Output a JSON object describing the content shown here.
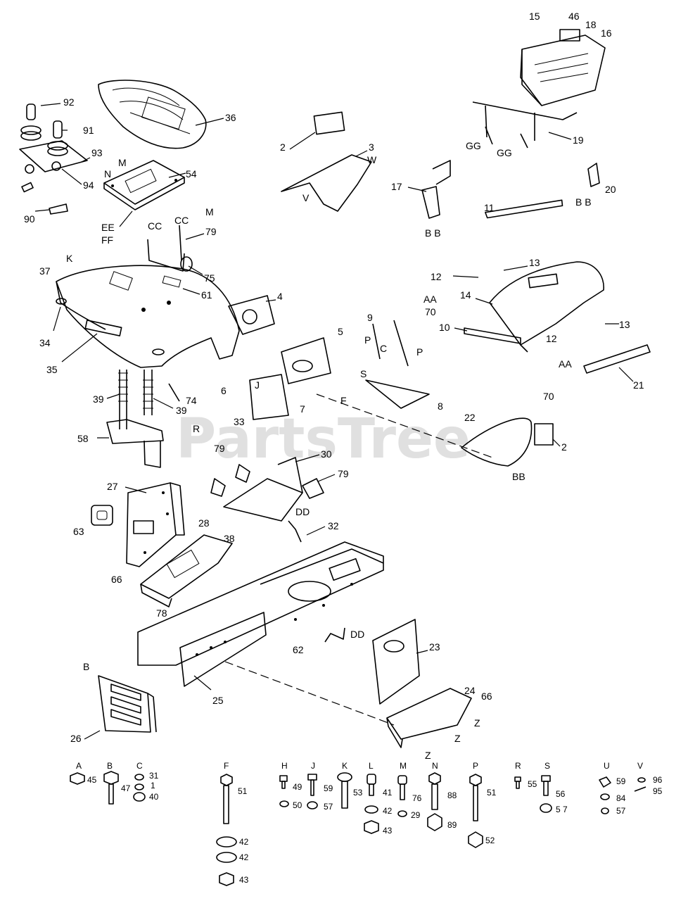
{
  "watermark": "PartsTree",
  "callouts": {
    "c2a": "2",
    "c3": "3",
    "c36": "36",
    "c92": "92",
    "c91": "91",
    "c93": "93",
    "c94": "94",
    "c90": "90",
    "c54": "54",
    "cM1": "M",
    "cM2": "M",
    "cN": "N",
    "cEE": "EE",
    "cFF": "FF",
    "cCC1": "CC",
    "cCC2": "CC",
    "c79a": "79",
    "c75": "75",
    "c61": "61",
    "c37": "37",
    "cK1": "K",
    "c34": "34",
    "c35": "35",
    "c4": "4",
    "c5": "5",
    "c6": "6",
    "c7": "7",
    "c8": "8",
    "c9": "9",
    "c10": "10",
    "c11": "11",
    "c12a": "12",
    "c12b": "12",
    "c13a": "13",
    "c13b": "13",
    "c14": "14",
    "c15": "15",
    "c16": "16",
    "c17": "17",
    "c18": "18",
    "c19": "19",
    "c20": "20",
    "c21": "21",
    "c22": "22",
    "c2b": "2",
    "c23": "23",
    "c24": "24",
    "c25": "25",
    "c26": "26",
    "c27": "27",
    "c28": "28",
    "c30": "30",
    "c32": "32",
    "c33": "33",
    "c38": "38",
    "c39a": "39",
    "c39b": "39",
    "c46": "46",
    "c58": "58",
    "c62": "62",
    "c63": "63",
    "c66a": "66",
    "c66b": "66",
    "c70a": "70",
    "c70b": "70",
    "c74": "74",
    "c78": "78",
    "c79b": "79",
    "c79c": "79",
    "cAA1": "AA",
    "cAA2": "AA",
    "cBB1": "B B",
    "cBB2": "B B",
    "cBB3": "BB",
    "cDD1": "DD",
    "cDD2": "DD",
    "cGG1": "GG",
    "cGG2": "GG",
    "cV": "V",
    "cW": "W",
    "cP1": "P",
    "cP2": "P",
    "cC": "C",
    "cS": "S",
    "cF": "F",
    "cR": "R",
    "cJ": "J",
    "cZ1": "Z",
    "cZ2": "Z",
    "cZ3": "Z"
  },
  "hardware_legend": [
    {
      "letter": "A",
      "parts": [
        "45"
      ]
    },
    {
      "letter": "B",
      "parts": [
        "47"
      ]
    },
    {
      "letter": "C",
      "parts": [
        "31",
        "1",
        "40"
      ]
    },
    {
      "letter": "F",
      "parts": [
        "51",
        "42",
        "42",
        "43"
      ]
    },
    {
      "letter": "H",
      "parts": [
        "49",
        "50"
      ]
    },
    {
      "letter": "J",
      "parts": [
        "59",
        "57"
      ]
    },
    {
      "letter": "K",
      "parts": [
        "53"
      ]
    },
    {
      "letter": "L",
      "parts": [
        "41",
        "42",
        "43"
      ]
    },
    {
      "letter": "M",
      "parts": [
        "76",
        "29"
      ]
    },
    {
      "letter": "N",
      "parts": [
        "88",
        "89"
      ]
    },
    {
      "letter": "P",
      "parts": [
        "51",
        "52"
      ]
    },
    {
      "letter": "R",
      "parts": [
        "55"
      ]
    },
    {
      "letter": "S",
      "parts": [
        "56",
        "5 7"
      ]
    },
    {
      "letter": "U",
      "parts": [
        "59",
        "84",
        "57"
      ]
    },
    {
      "letter": "V",
      "parts": [
        "96",
        "95"
      ]
    }
  ]
}
